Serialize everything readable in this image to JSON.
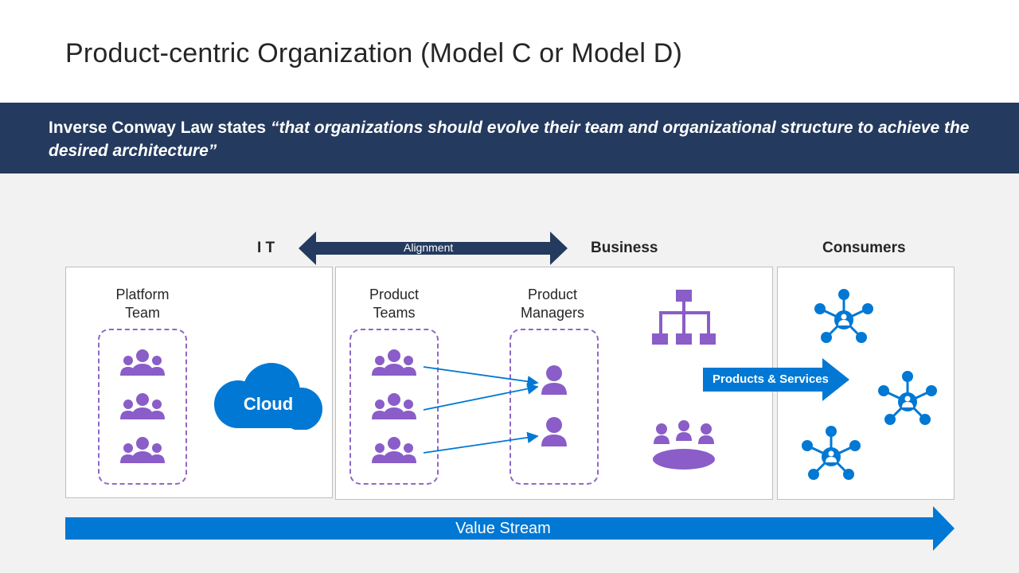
{
  "title": "Product-centric Organization  (Model C or Model D)",
  "banner": {
    "prefix": "Inverse Conway Law states ",
    "quote": "“that organizations should evolve their team and organizational structure to achieve the desired architecture”"
  },
  "headers": {
    "it": "I T",
    "business": "Business",
    "consumers": "Consumers"
  },
  "alignment_label": "Alignment",
  "platform_team_label": [
    "Platform",
    "Team"
  ],
  "cloud_label": "Cloud",
  "product_teams_label": [
    "Product",
    "Teams"
  ],
  "product_managers_label": [
    "Product",
    "Managers"
  ],
  "products_services_label": "Products & Services",
  "value_stream_label": "Value Stream",
  "colors": {
    "navy": "#243a5e",
    "blue": "#0078d4",
    "purple": "#8a5dc8",
    "title": "#262626"
  },
  "icons": [
    "team-icon",
    "person-icon",
    "cloud-icon",
    "org-chart-icon",
    "meeting-icon",
    "network-icon"
  ]
}
